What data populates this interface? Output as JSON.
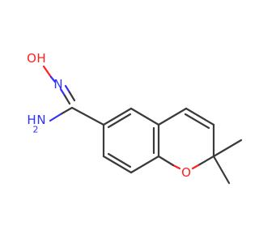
{
  "molecule": {
    "atoms": {
      "oh": {
        "text": "O",
        "color": "#ff2020"
      },
      "oh_h": {
        "text": "H",
        "color": "#ff2020"
      },
      "imine_n": {
        "text": "N",
        "color": "#3030ff"
      },
      "amine_h": {
        "text": "H",
        "color": "#3030ff"
      },
      "amine_n": {
        "text": "N",
        "color": "#3030ff"
      },
      "amine_h2": {
        "text": "2",
        "color": "#3030ff"
      },
      "ring_o": {
        "text": "O",
        "color": "#ff2020"
      }
    },
    "colors": {
      "carbon_bond": "#3a3a3a",
      "oxygen": "#ff2020",
      "nitrogen": "#3030ff"
    }
  }
}
